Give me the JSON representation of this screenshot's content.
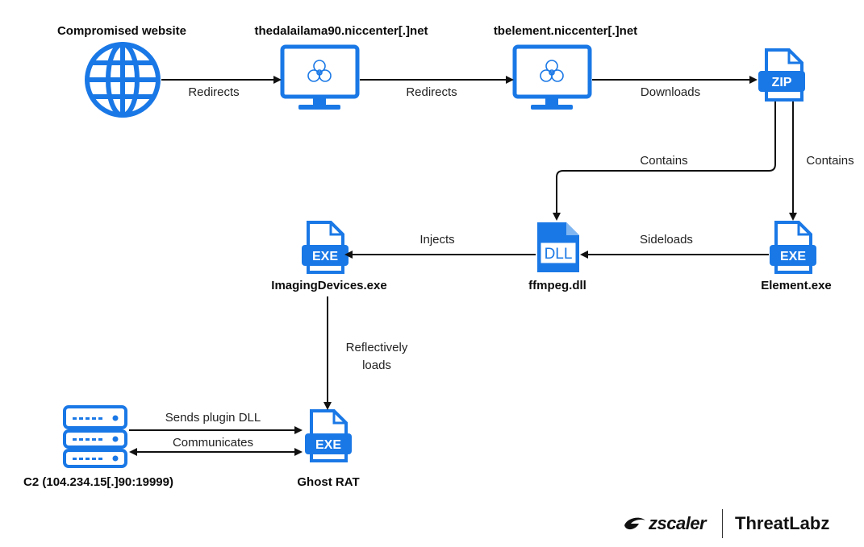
{
  "nodes": {
    "website": "Compromised website",
    "redirect1": "thedalailama90.niccenter[.]net",
    "redirect2": "tbelement.niccenter[.]net",
    "element_exe": "Element.exe",
    "ffmpeg_dll": "ffmpeg.dll",
    "imaging_exe": "ImagingDevices.exe",
    "ghost_rat": "Ghost RAT",
    "c2": "C2  (104.234.15[.]90:19999)"
  },
  "edges": {
    "redirects1": "Redirects",
    "redirects2": "Redirects",
    "downloads": "Downloads",
    "contains_left": "Contains",
    "contains_right": "Contains",
    "sideloads": "Sideloads",
    "injects": "Injects",
    "reflectively_line1": "Reflectively",
    "reflectively_line2": "loads",
    "sends_plugin": "Sends plugin DLL",
    "communicates": "Communicates"
  },
  "badges": {
    "zip": "ZIP",
    "dll": "DLL",
    "exe": "EXE"
  },
  "branding": {
    "company": "zscaler",
    "product": "ThreatLabz"
  },
  "colors": {
    "accent": "#1a78e6",
    "arrow": "#111111"
  }
}
